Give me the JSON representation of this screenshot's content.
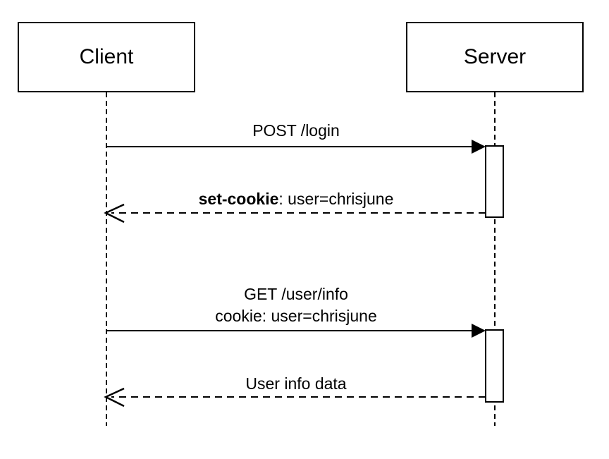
{
  "diagram": {
    "kind": "sequence-diagram",
    "actors": [
      {
        "id": "client",
        "label": "Client"
      },
      {
        "id": "server",
        "label": "Server"
      }
    ],
    "messages": [
      {
        "direction": "client-to-server",
        "line_style": "solid",
        "arrowhead": "filled",
        "label": "POST /login"
      },
      {
        "direction": "server-to-client",
        "line_style": "dashed",
        "arrowhead": "open",
        "label_bold": "set-cookie",
        "label_rest": ": user=chrisjune"
      },
      {
        "direction": "client-to-server",
        "line_style": "solid",
        "arrowhead": "filled",
        "label_line1": "GET /user/info",
        "label_line2": "cookie: user=chrisjune"
      },
      {
        "direction": "server-to-client",
        "line_style": "dashed",
        "arrowhead": "open",
        "label": "User info data"
      }
    ],
    "activations": [
      {
        "lifeline": "server",
        "order": 1
      },
      {
        "lifeline": "server",
        "order": 2
      }
    ],
    "colors": {
      "stroke": "#000000",
      "fill": "#ffffff",
      "background": "#ffffff"
    }
  }
}
